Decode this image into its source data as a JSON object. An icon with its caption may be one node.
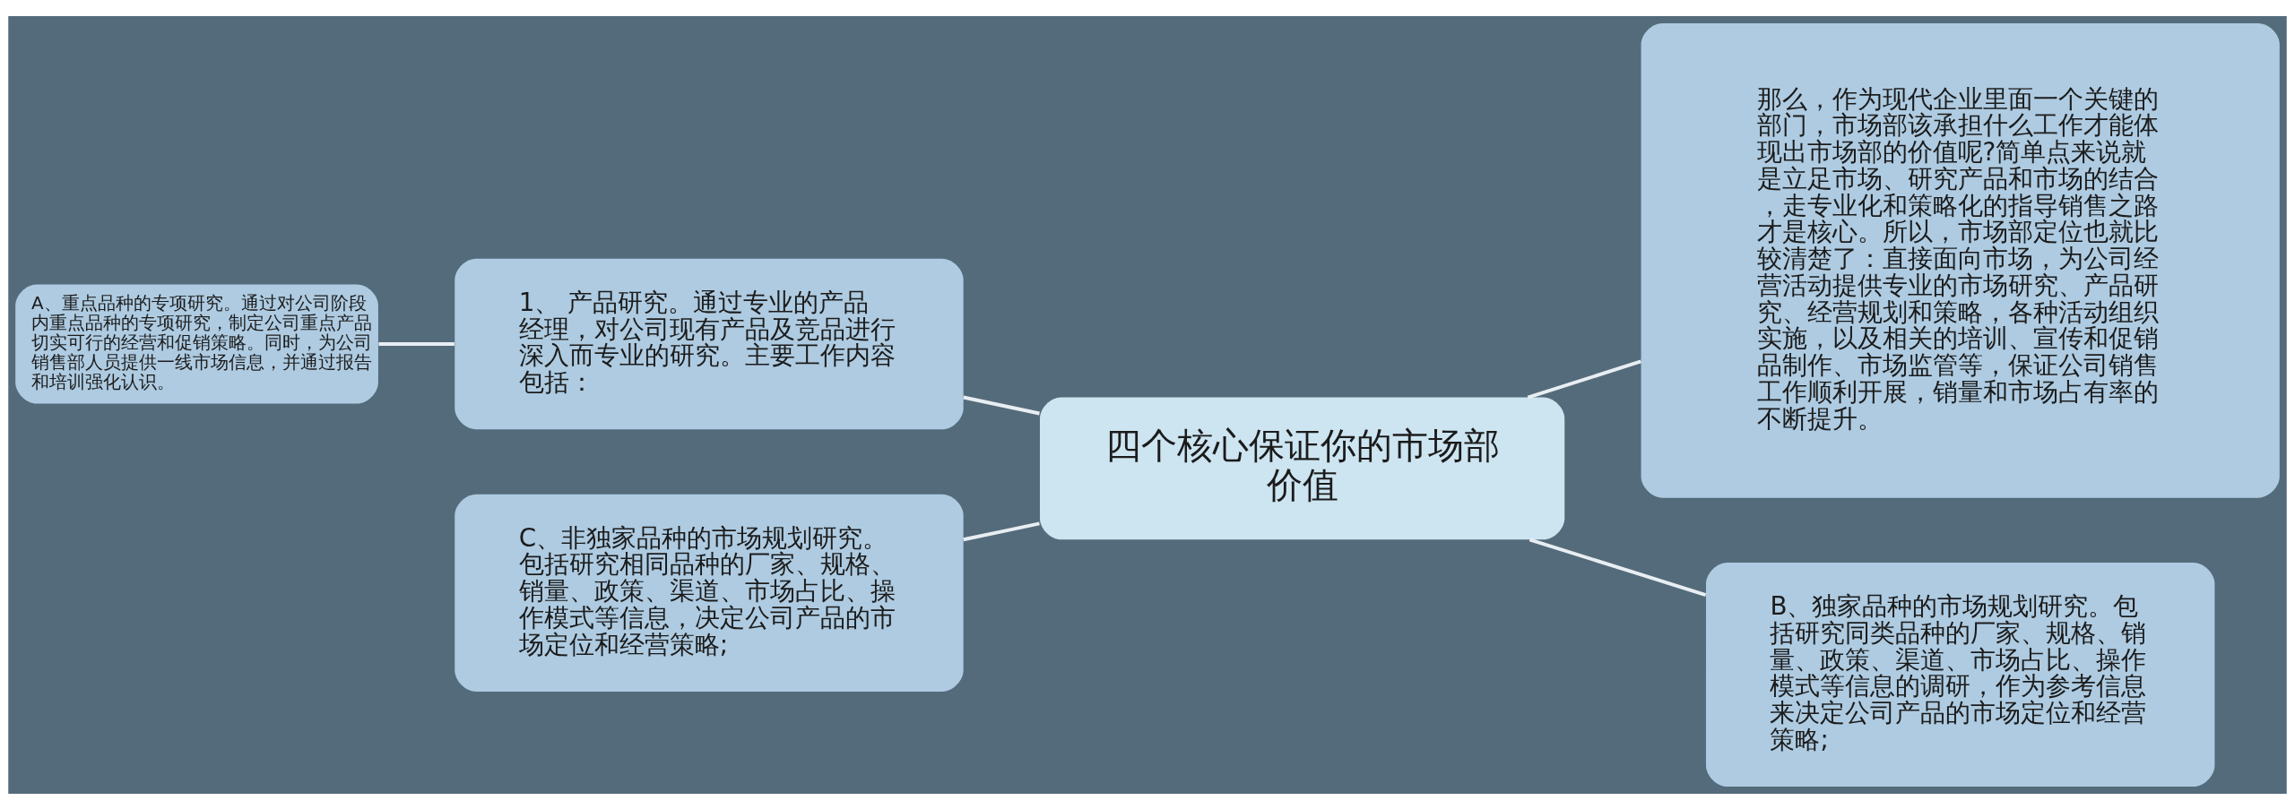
{
  "diagram": {
    "nodes": [
      {
        "text": [
          "四个核心保证你的市场部价值"
        ]
      },
      {
        "text": [
          "1、 产品研究。通过专业的产品经理，对公司现有产品及竞品进行深入而专业的研究。主要工作内容包括："
        ]
      },
      {
        "text": [
          "A、重点品种的专项研究。通过对公司阶段内重点品种的专项研究，制定公司重点产品切实可行的经营和促销策略。同时，为公司销售部人员提供一线市场信息，并通过报告和培训强化认识。"
        ]
      },
      {
        "text": [
          "C、非独家品种的市场规划研究。包括研究相同品种的厂家、规格、销量、政策、渠道、市场占比、操作模式等信息，决定公司产品的市场定位和经营策略;"
        ]
      },
      {
        "text": [
          "那么，作为现代企业里面一个关键的部门，市场部该承担什么工作才能体现出市场部的价值呢?简单点来说就是立足市场、研究产品和市场的结合，走专业化和策略化的指导销售之路才是核心。所以，市场部定位也就比较清楚了：直接面向市场，为公司经营活动提供专业的市场研究、产品研究、经营规划和策略，各种活动组织实施，以及相关的培训、宣传和促销品制作、市场监管等，保证公司销售工作顺利开展，销量和市场占有率的不断提升。"
        ]
      },
      {
        "text": [
          "B、独家品种的市场规划研究。包括研究同类品种的厂家、规格、销量、政策、渠道、市场占比、操作模式等信息的调研，作为参考信息来决定公司产品的市场定位和经营策略;"
        ]
      }
    ],
    "edges": [
      {
        "from": 0,
        "to": 1,
        "arrow": "none"
      },
      {
        "from": 1,
        "to": 2,
        "arrow": "none"
      },
      {
        "from": 0,
        "to": 3,
        "arrow": "none"
      },
      {
        "from": 0,
        "to": 4,
        "arrow": "none"
      },
      {
        "from": 0,
        "to": 5,
        "arrow": "none"
      }
    ]
  }
}
